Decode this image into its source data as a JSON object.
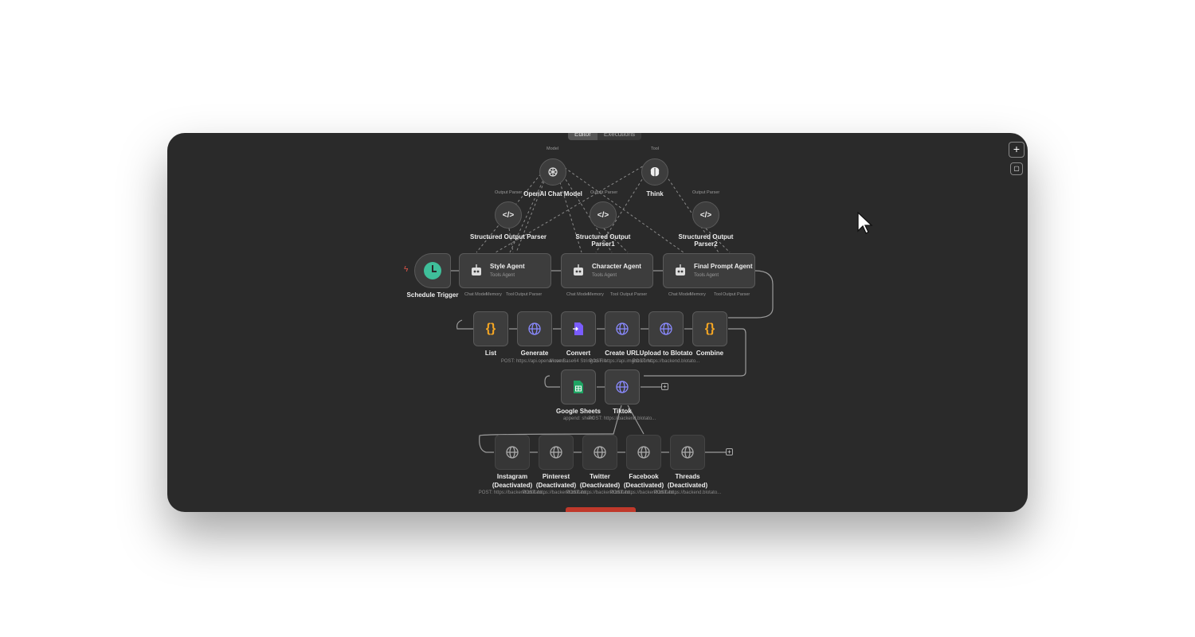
{
  "tabs": {
    "editor": "Editor",
    "executions": "Executions"
  },
  "connectors": {
    "model": "Model",
    "tool": "Tool",
    "output_parser": "Output Parser",
    "chat_model": "Chat Model",
    "memory": "Memory",
    "tool_short": "Tool",
    "output_parser_short": "Output Parser"
  },
  "sub_nodes": {
    "openai": "OpenAI Chat Model",
    "think": "Think",
    "parser0": "Structured Output Parser",
    "parser1": "Structured Output Parser1",
    "parser2": "Structured Output Parser2"
  },
  "trigger": {
    "label": "Schedule Trigger"
  },
  "agents": [
    {
      "title": "Style Agent",
      "subtitle": "Tools Agent"
    },
    {
      "title": "Character Agent",
      "subtitle": "Tools Agent"
    },
    {
      "title": "Final Prompt Agent",
      "subtitle": "Tools Agent"
    }
  ],
  "row2": [
    {
      "label": "List",
      "sub": ""
    },
    {
      "label": "Generate",
      "sub": "POST: https://api.openai.com/..."
    },
    {
      "label": "Convert",
      "sub": "Move Base64 String to File"
    },
    {
      "label": "Create URL",
      "sub": "POST: https://api.imgbb.com/..."
    },
    {
      "label": "Upload to Blotato",
      "sub": "POST: https://backend.blotato..."
    },
    {
      "label": "Combine",
      "sub": ""
    }
  ],
  "row3": [
    {
      "label": "Google Sheets",
      "sub": "append: sheet"
    },
    {
      "label": "Tiktok",
      "sub": "POST: https://backend.blotato..."
    }
  ],
  "row4": [
    {
      "label": "Instagram",
      "status": "(Deactivated)",
      "sub": "POST: https://backend.blotato..."
    },
    {
      "label": "Pinterest",
      "status": "(Deactivated)",
      "sub": "POST: https://backend.blotato..."
    },
    {
      "label": "Twitter",
      "status": "(Deactivated)",
      "sub": "POST: https://backend.blotato..."
    },
    {
      "label": "Facebook",
      "status": "(Deactivated)",
      "sub": "POST: https://backend.blotato..."
    },
    {
      "label": "Threads",
      "status": "(Deactivated)",
      "sub": "POST: https://backend.blotato..."
    }
  ],
  "side": {
    "add": "+",
    "note": "▢"
  },
  "colors": {
    "canvas": "#2a2a2a",
    "trigger": "#3fbf9a",
    "code": "#f5a623",
    "http": "#7b7bff",
    "sheets": "#1fa463",
    "convert": "#7a5cff",
    "red": "#c0392b"
  }
}
